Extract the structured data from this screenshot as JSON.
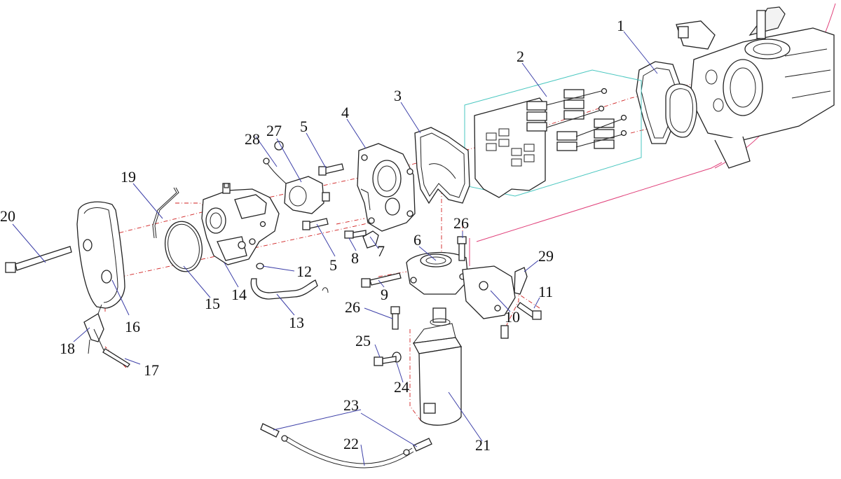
{
  "diagram": {
    "callouts": [
      {
        "id": "c1",
        "text": "1"
      },
      {
        "id": "c2",
        "text": "2"
      },
      {
        "id": "c3",
        "text": "3"
      },
      {
        "id": "c4",
        "text": "4"
      },
      {
        "id": "c5a",
        "text": "5"
      },
      {
        "id": "c5b",
        "text": "5"
      },
      {
        "id": "c6",
        "text": "6"
      },
      {
        "id": "c7",
        "text": "7"
      },
      {
        "id": "c8",
        "text": "8"
      },
      {
        "id": "c9",
        "text": "9"
      },
      {
        "id": "c10",
        "text": "10"
      },
      {
        "id": "c11",
        "text": "11"
      },
      {
        "id": "c12",
        "text": "12"
      },
      {
        "id": "c13",
        "text": "13"
      },
      {
        "id": "c14",
        "text": "14"
      },
      {
        "id": "c15",
        "text": "15"
      },
      {
        "id": "c16",
        "text": "16"
      },
      {
        "id": "c17",
        "text": "17"
      },
      {
        "id": "c18",
        "text": "18"
      },
      {
        "id": "c19",
        "text": "19"
      },
      {
        "id": "c20",
        "text": "20"
      },
      {
        "id": "c21",
        "text": "21"
      },
      {
        "id": "c22",
        "text": "22"
      },
      {
        "id": "c23",
        "text": "23"
      },
      {
        "id": "c24",
        "text": "24"
      },
      {
        "id": "c25",
        "text": "25"
      },
      {
        "id": "c26a",
        "text": "26"
      },
      {
        "id": "c26b",
        "text": "26"
      },
      {
        "id": "c27",
        "text": "27"
      },
      {
        "id": "c28",
        "text": "28"
      },
      {
        "id": "c29",
        "text": "29"
      }
    ]
  },
  "colors": {
    "leader": "#3d40a8",
    "center_line": "#d02020",
    "boundary": "#e0407a",
    "reed_box": "#4ac7c0"
  }
}
